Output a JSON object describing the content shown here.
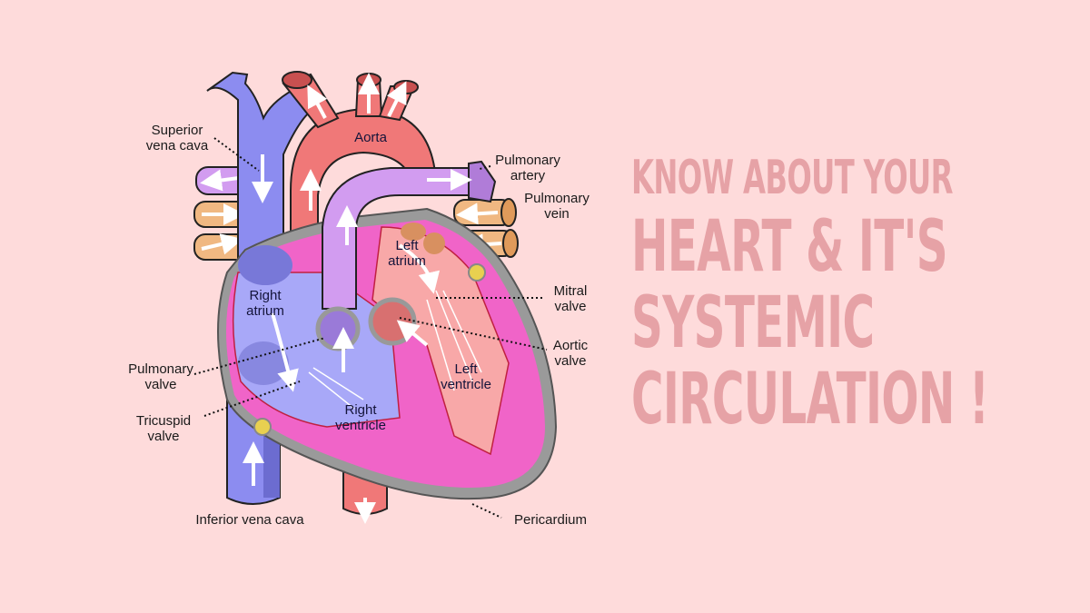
{
  "headline": {
    "line1": "KNOW ABOUT YOUR",
    "line2": "HEART & IT'S",
    "line3": "SYSTEMIC",
    "line4": "CIRCULATION !",
    "color": "#e6a2a6"
  },
  "background_color": "#fedbdb",
  "diagram": {
    "title": "Heart anatomy diagram",
    "labels": {
      "superior_vena_cava": "Superior\nvena  cava",
      "aorta": "Aorta",
      "pulmonary_artery": "Pulmonary\nartery",
      "pulmonary_vein": "Pulmonary\nvein",
      "left_atrium": "Left\natrium",
      "right_atrium": "Right\natrium",
      "mitral_valve": "Mitral\nvalve",
      "aortic_valve": "Aortic\nvalve",
      "pulmonary_valve": "Pulmonary\nvalve",
      "tricuspid_valve": "Tricuspid\nvalve",
      "left_ventricle": "Left\nventricle",
      "right_ventricle": "Right\nventricle",
      "inferior_vena_cava": "Inferior vena cava",
      "pericardium": "Pericardium"
    },
    "colors": {
      "vena_cava_blue": "#8c8cf0",
      "aorta_red": "#f07878",
      "pulmonary_artery_purple": "#d29cf0",
      "pulmonary_vein_tan": "#f0b882",
      "myocardium_pink": "#f064c8",
      "pericardium_gray": "#9a9a9a",
      "left_chamber": "#f8a8a8",
      "right_chamber": "#a8a8f8"
    }
  }
}
